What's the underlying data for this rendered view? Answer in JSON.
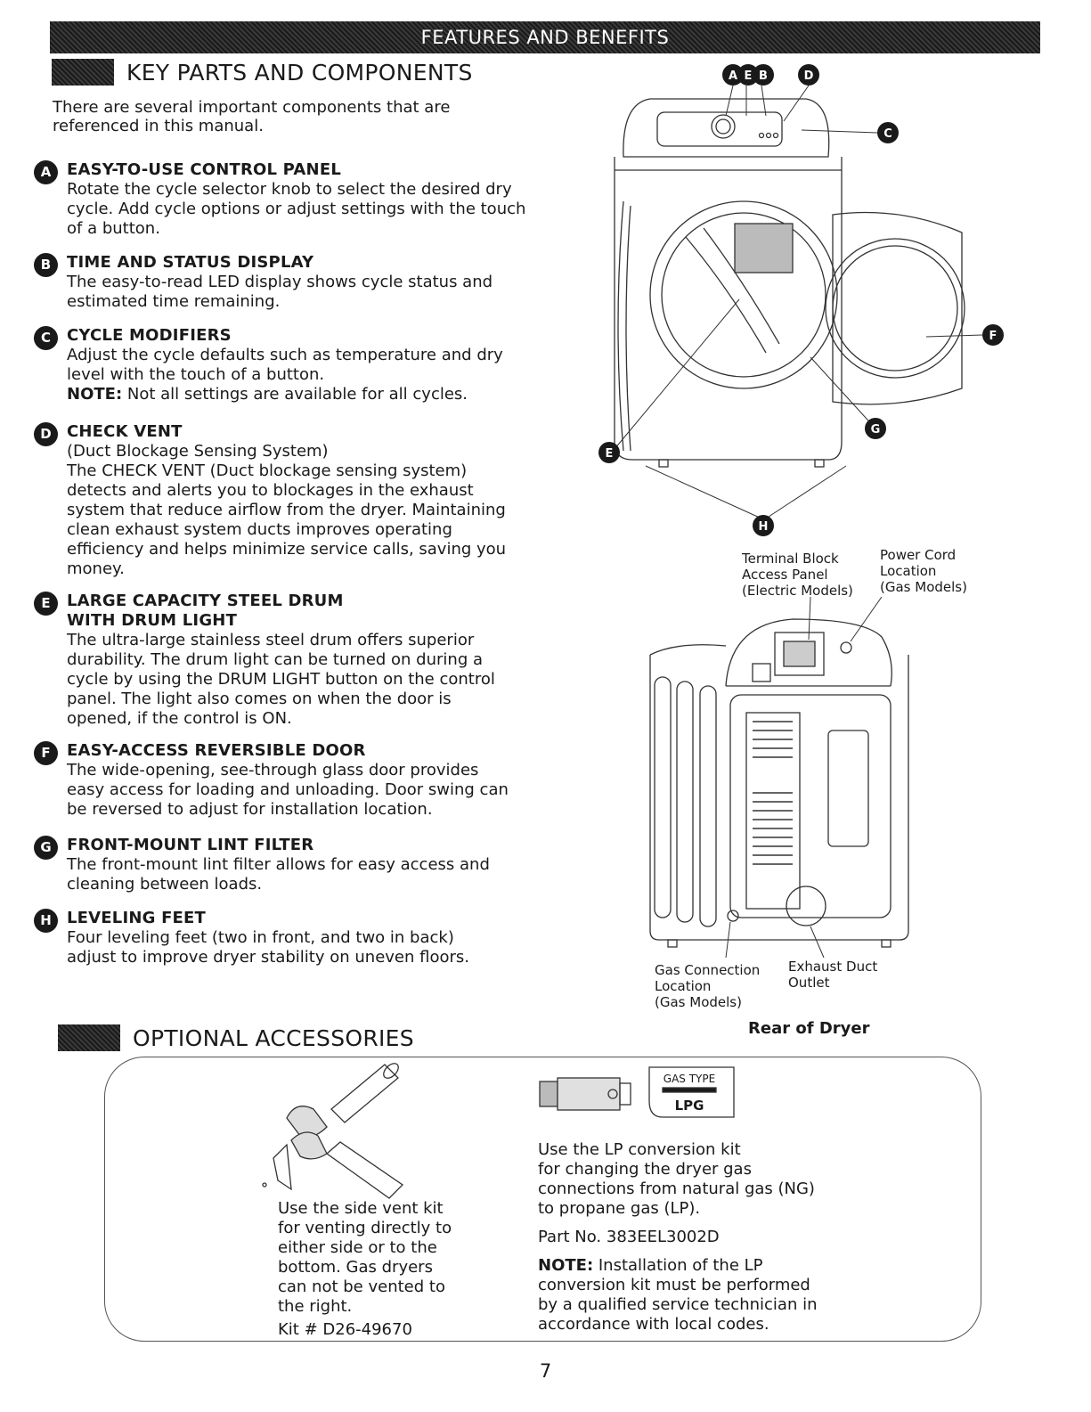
{
  "banner": "FEATURES AND BENEFITS",
  "key_parts": {
    "title": "KEY PARTS AND COMPONENTS",
    "intro": "There are several important components that are referenced in this manual."
  },
  "items": [
    {
      "badge": "A",
      "title": "EASY-TO-USE CONTROL PANEL",
      "body": "Rotate the cycle selector knob to select the desired dry cycle. Add cycle options or adjust settings with the touch of a button."
    },
    {
      "badge": "B",
      "title": "TIME AND STATUS DISPLAY",
      "body": "The easy-to-read LED display shows cycle status and estimated time remaining."
    },
    {
      "badge": "C",
      "title": "CYCLE MODIFIERS",
      "body": "Adjust the cycle defaults such as temperature and dry level with the touch of a button.",
      "note_label": "NOTE:",
      "note": " Not all settings are available for all cycles."
    },
    {
      "badge": "D",
      "title": "CHECK VENT",
      "subtitle": "(Duct Blockage Sensing System)",
      "body": "The CHECK VENT (Duct blockage sensing system) detects and alerts you to blockages in the exhaust system that reduce airflow from the dryer. Maintaining clean exhaust system ducts improves operating efficiency and helps minimize service calls, saving you money."
    },
    {
      "badge": "E",
      "title": "LARGE CAPACITY STEEL DRUM",
      "title2": "WITH DRUM LIGHT",
      "body": "The ultra-large stainless steel drum offers superior durability. The drum light can be turned on during a cycle by using the DRUM LIGHT button on the control panel. The light also comes on when the door is opened, if the control is ON."
    },
    {
      "badge": "F",
      "title": "EASY-ACCESS REVERSIBLE DOOR",
      "body": "The wide-opening, see-through glass door provides easy access for loading and unloading. Door swing can be reversed to adjust for installation location."
    },
    {
      "badge": "G",
      "title": "FRONT-MOUNT LINT FILTER",
      "body": "The front-mount lint filter allows for easy access and cleaning between loads."
    },
    {
      "badge": "H",
      "title": "LEVELING FEET",
      "body": "Four leveling feet (two in front, and two in back) adjust to improve dryer stability on uneven floors."
    }
  ],
  "front_callouts": [
    "A",
    "E",
    "B",
    "D",
    "C",
    "F",
    "G",
    "E",
    "H"
  ],
  "rear_labels": {
    "terminal_block": [
      "Terminal Block",
      "Access Panel",
      "(Electric Models)"
    ],
    "power_cord": [
      "Power Cord",
      "Location",
      "(Gas Models)"
    ],
    "gas_connection": [
      "Gas Connection",
      "Location",
      "(Gas Models)"
    ],
    "exhaust": [
      "Exhaust Duct",
      "Outlet"
    ],
    "caption": "Rear of Dryer"
  },
  "accessories": {
    "title": "OPTIONAL ACCESSORIES",
    "side_vent": [
      "Use the side vent kit",
      "for venting directly to",
      "either side or to the",
      "bottom. Gas dryers",
      "can not be vented to",
      "the right."
    ],
    "side_vent_kit": "Kit # D26-49670",
    "lp_tag_top": "GAS TYPE",
    "lp_tag_bottom": "LPG",
    "lp_text": [
      "Use the LP conversion kit",
      "for changing the dryer gas",
      "connections from natural gas (NG)",
      "to propane gas (LP)."
    ],
    "lp_part": "Part No. 383EEL3002D",
    "lp_note_label": "NOTE:",
    "lp_note": [
      " Installation of the LP",
      "conversion kit must be performed",
      "by a qualified service technician in",
      "accordance with local codes."
    ]
  },
  "page_number": "7"
}
